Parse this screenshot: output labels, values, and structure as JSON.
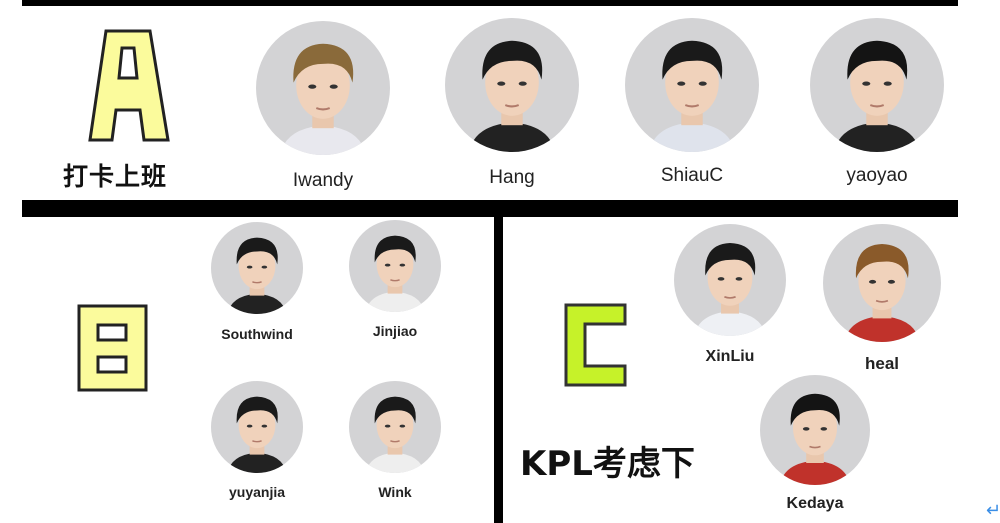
{
  "tiers": {
    "A": {
      "letter": "A",
      "caption": "打卡上班",
      "color": "#fbfb9c"
    },
    "B": {
      "letter": "B",
      "color": "#fbfb9c"
    },
    "C": {
      "letter": "C",
      "caption": "KPL考虑下",
      "color": "#c6f229"
    }
  },
  "players": [
    {
      "name": "Iwandy",
      "tier": "A",
      "hair": "#8a6a3a",
      "shirt": "#e8e8ee"
    },
    {
      "name": "Hang",
      "tier": "A",
      "hair": "#1a1a1a",
      "shirt": "#222"
    },
    {
      "name": "ShiauC",
      "tier": "A",
      "hair": "#1a1a1a",
      "shirt": "#dfe3ec"
    },
    {
      "name": "yaoyao",
      "tier": "A",
      "hair": "#141414",
      "shirt": "#222"
    },
    {
      "name": "Southwind",
      "tier": "B",
      "hair": "#1a1a1a",
      "shirt": "#222"
    },
    {
      "name": "Jinjiao",
      "tier": "B",
      "hair": "#1a1a1a",
      "shirt": "#eee"
    },
    {
      "name": "yuyanjia",
      "tier": "B",
      "hair": "#1a1a1a",
      "shirt": "#222"
    },
    {
      "name": "Wink",
      "tier": "B",
      "hair": "#1a1a1a",
      "shirt": "#eee"
    },
    {
      "name": "XinLiu",
      "tier": "C",
      "hair": "#1a1a1a",
      "shirt": "#eef0f4"
    },
    {
      "name": "heal",
      "tier": "C",
      "hair": "#8a5a2a",
      "shirt": "#c0322b"
    },
    {
      "name": "Kedaya",
      "tier": "C",
      "hair": "#141414",
      "shirt": "#c0322b"
    }
  ],
  "return_mark": "↵"
}
